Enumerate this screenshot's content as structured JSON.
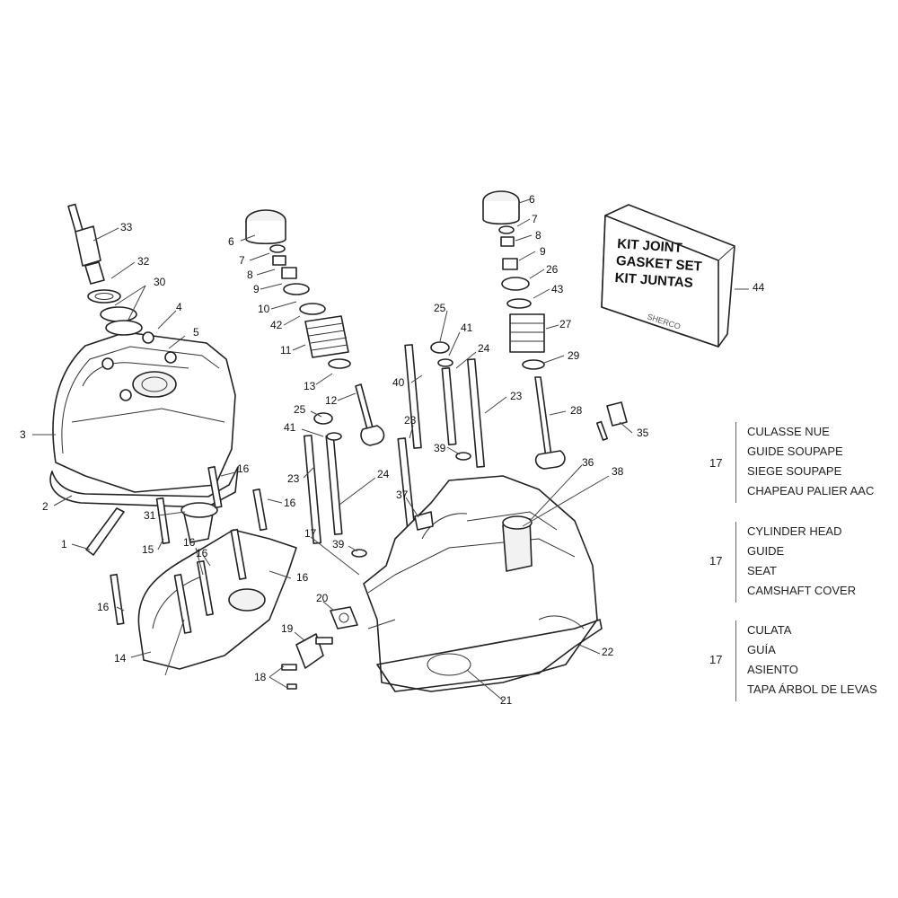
{
  "callouts": {
    "c1": "1",
    "c2": "2",
    "c3": "3",
    "c4": "4",
    "c5": "5",
    "c6a": "6",
    "c6b": "6",
    "c7a": "7",
    "c7b": "7",
    "c8a": "8",
    "c8b": "8",
    "c9a": "9",
    "c9b": "9",
    "c10": "10",
    "c11": "11",
    "c12": "12",
    "c13": "13",
    "c14": "14",
    "c15": "15",
    "c16a": "16",
    "c16b": "16",
    "c16c": "16",
    "c16d": "16",
    "c16e": "16",
    "c16f": "16",
    "c17": "17",
    "c18": "18",
    "c19": "19",
    "c20": "20",
    "c21": "21",
    "c22": "22",
    "c23a": "23",
    "c23b": "23",
    "c23c": "23",
    "c24a": "24",
    "c24b": "24",
    "c25a": "25",
    "c25b": "25",
    "c26": "26",
    "c27": "27",
    "c28": "28",
    "c29": "29",
    "c30": "30",
    "c31": "31",
    "c32": "32",
    "c33": "33",
    "c35": "35",
    "c36": "36",
    "c37": "37",
    "c38": "38",
    "c39a": "39",
    "c39b": "39",
    "c40": "40",
    "c41a": "41",
    "c41b": "41",
    "c42": "42",
    "c43": "43",
    "c44": "44"
  },
  "kit_box": {
    "line1": "KIT JOINT",
    "line2": "GASKET SET",
    "line3": "KIT JUNTAS"
  },
  "legend": [
    {
      "ref": "17",
      "lines": [
        "CULASSE NUE",
        "GUIDE SOUPAPE",
        "SIEGE SOUPAPE",
        "CHAPEAU PALIER AAC"
      ]
    },
    {
      "ref": "17",
      "lines": [
        "CYLINDER HEAD",
        "GUIDE",
        "SEAT",
        "CAMSHAFT COVER"
      ]
    },
    {
      "ref": "17",
      "lines": [
        "CULATA",
        "GUÍA",
        "ASIENTO",
        "TAPA ÁRBOL DE LEVAS"
      ]
    }
  ]
}
